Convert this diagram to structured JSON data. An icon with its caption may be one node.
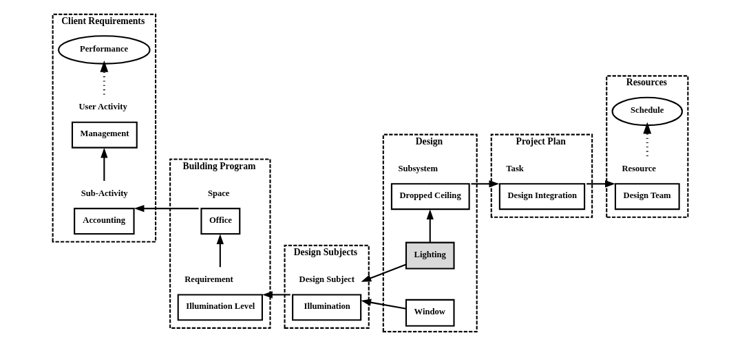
{
  "diagram": {
    "nodes": [
      {
        "text": [
          "Client Requirements"
        ]
      },
      {
        "text": [
          "Performance"
        ],
        "in": 0
      },
      {
        "text": [
          "Management"
        ],
        "in": 0,
        "beside": [
          "User Activity"
        ]
      },
      {
        "text": [
          "Accounting"
        ],
        "in": 0,
        "beside": [
          "Sub-Activity"
        ]
      },
      {
        "text": [
          "Building Program"
        ]
      },
      {
        "text": [
          "Office"
        ],
        "in": 4,
        "beside": [
          "Space"
        ]
      },
      {
        "text": [
          "Illumination Level"
        ],
        "in": 4,
        "beside": [
          "Requirement"
        ]
      },
      {
        "text": [
          "Design Subjects"
        ]
      },
      {
        "text": [
          "Illumination"
        ],
        "in": 7,
        "beside": [
          "Design Subject"
        ]
      },
      {
        "text": [
          "Design"
        ]
      },
      {
        "text": [
          "Dropped Ceiling"
        ],
        "in": 9,
        "beside": [
          "Subsystem"
        ]
      },
      {
        "text": [
          "Lighting"
        ],
        "in": 9
      },
      {
        "text": [
          "Window"
        ],
        "in": 9
      },
      {
        "text": [
          "Project Plan"
        ]
      },
      {
        "text": [
          "Design Integration"
        ],
        "in": 13,
        "beside": [
          "Task"
        ]
      },
      {
        "text": [
          "Resources"
        ]
      },
      {
        "text": [
          "Design Team"
        ],
        "in": 15,
        "beside": [
          "Resource"
        ]
      },
      {
        "text": [
          "Schedule"
        ],
        "in": 15
      }
    ],
    "edges": [
      {
        "from": 2,
        "to": 1,
        "arrow": "to",
        "style": "dashed"
      },
      {
        "from": 3,
        "to": 2,
        "arrow": "to"
      },
      {
        "from": 5,
        "to": 3,
        "arrow": "to"
      },
      {
        "from": 6,
        "to": 5,
        "arrow": "to"
      },
      {
        "from": 8,
        "to": 6,
        "arrow": "to"
      },
      {
        "from": 11,
        "to": 8,
        "arrow": "to"
      },
      {
        "from": 12,
        "to": 8,
        "arrow": "to"
      },
      {
        "from": 11,
        "to": 10,
        "arrow": "to"
      },
      {
        "from": 10,
        "to": 14,
        "arrow": "to"
      },
      {
        "from": 14,
        "to": 16,
        "arrow": "to"
      },
      {
        "from": 16,
        "to": 17,
        "arrow": "to",
        "style": "dashed"
      }
    ]
  }
}
